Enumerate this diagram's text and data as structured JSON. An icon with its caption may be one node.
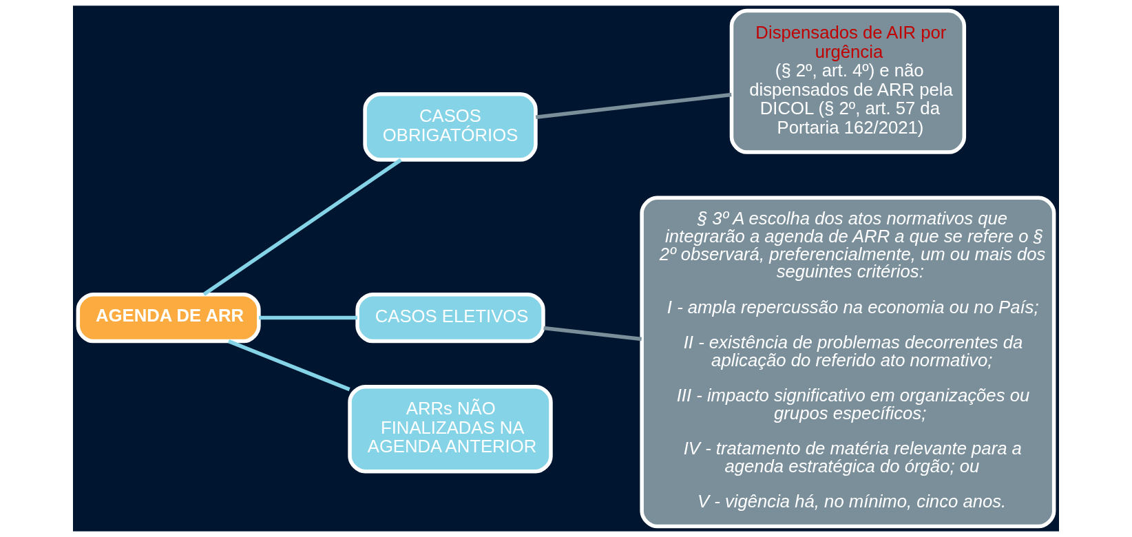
{
  "diagram": {
    "nodes": [
      {
        "text": [
          "AGENDA DE ARR"
        ]
      },
      {
        "text": [
          "CASOS OBRIGATÓRIOS"
        ]
      },
      {
        "text": [
          "Dispensados de AIR por urgência",
          "(§ 2º, art. 4º) e não dispensados de ARR pela DICOL (§ 2º, art. 57 da Portaria 162/2021)"
        ]
      },
      {
        "text": [
          "CASOS ELETIVOS"
        ]
      },
      {
        "text": [
          "§ 3º A escolha dos atos normativos que integrarão a agenda de ARR a que se refere o § 2º observará, preferencialmente, um ou mais dos seguintes critérios:",
          "I - ampla repercussão na economia ou no País;",
          "II - existência de problemas decorrentes da aplicação do referido ato normativo;",
          "III - impacto significativo em organizações ou grupos específicos;",
          "IV - tratamento de matéria relevante para a agenda estratégica do órgão; ou",
          "V - vigência há, no mínimo, cinco anos."
        ]
      },
      {
        "text": [
          "ARRs NÃO FINALIZADAS NA AGENDA ANTERIOR"
        ]
      }
    ],
    "edges": [
      {
        "from": 0,
        "to": 1,
        "arrow": "none"
      },
      {
        "from": 1,
        "to": 2,
        "arrow": "none",
        "color": "#7a8f9a"
      },
      {
        "from": 0,
        "to": 3,
        "arrow": "none"
      },
      {
        "from": 3,
        "to": 4,
        "arrow": "none",
        "color": "#7a8f9a"
      },
      {
        "from": 0,
        "to": 5,
        "arrow": "none"
      }
    ]
  }
}
